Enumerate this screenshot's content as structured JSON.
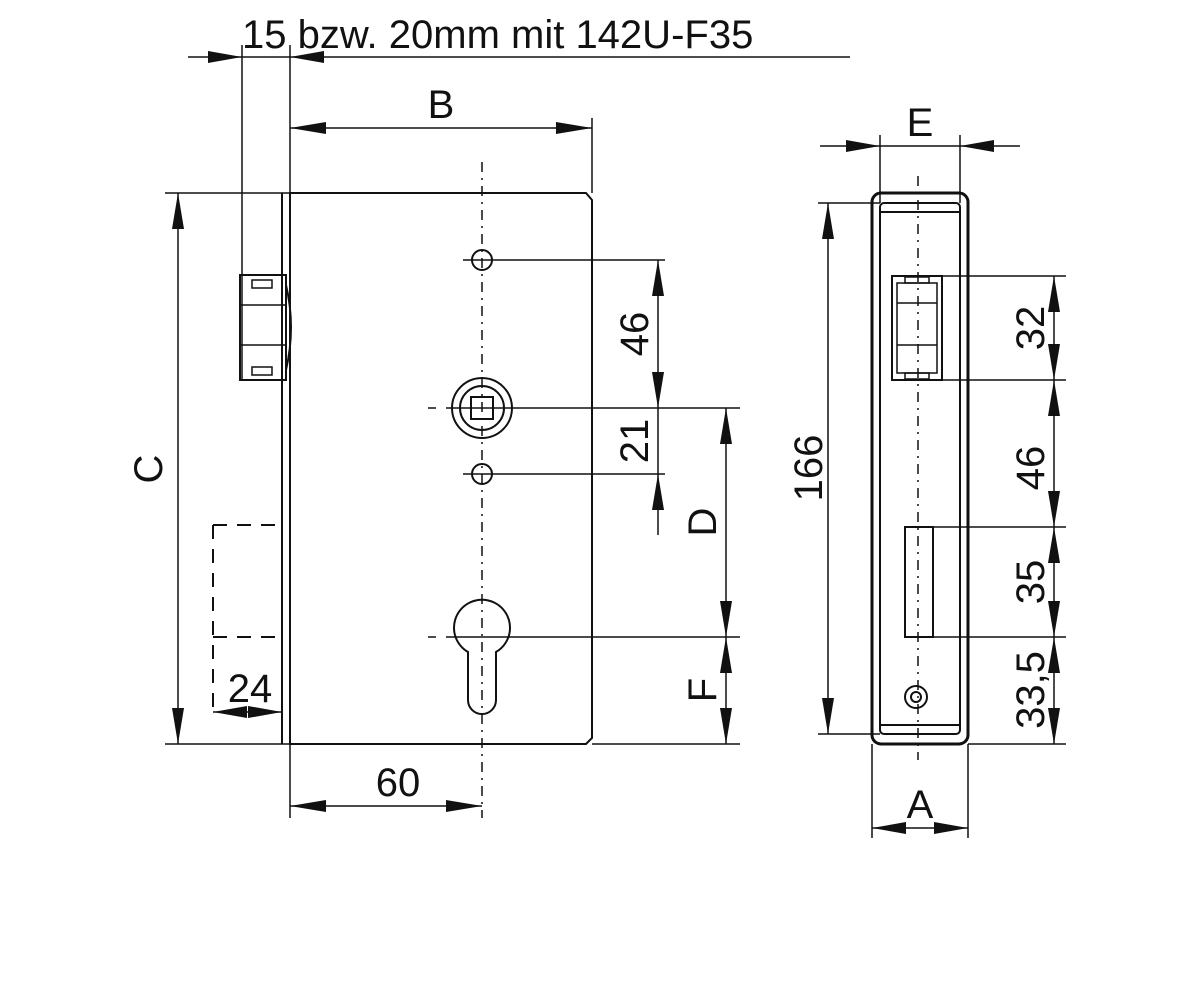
{
  "drawing": {
    "title_note": "15 bzw. 20mm mit 142U-F35",
    "dimensions": {
      "B": "B",
      "C": "C",
      "D": "D",
      "F": "F",
      "E": "E",
      "A": "A",
      "d46_front": "46",
      "d21": "21",
      "d24": "24",
      "d60": "60",
      "d166": "166",
      "d32": "32",
      "d46_side": "46",
      "d35": "35",
      "d33_5": "33,5"
    }
  }
}
